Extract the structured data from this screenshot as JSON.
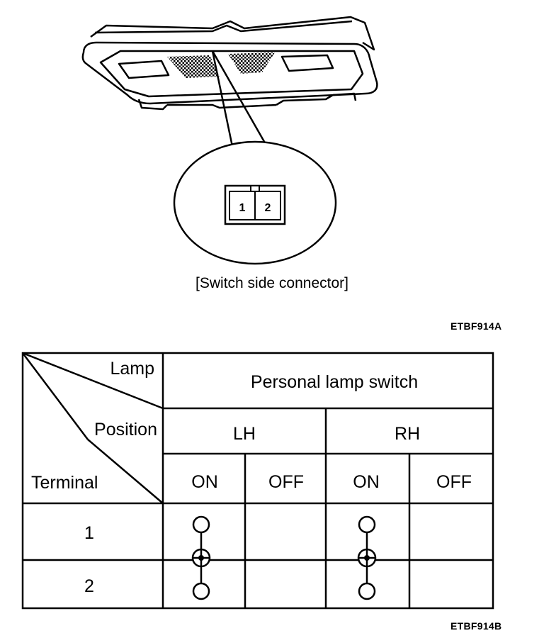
{
  "figure": {
    "connector_pins": [
      "1",
      "2"
    ],
    "caption": "[Switch side connector]",
    "code": "ETBF914A"
  },
  "table": {
    "corner": {
      "top_label": "Lamp",
      "middle_label": "Position",
      "bottom_label": "Terminal"
    },
    "header_title": "Personal lamp switch",
    "positions": [
      "LH",
      "RH"
    ],
    "states": [
      "ON",
      "OFF",
      "ON",
      "OFF"
    ],
    "terminals": [
      "1",
      "2"
    ],
    "continuity": [
      {
        "column": "LH ON",
        "terminals": [
          "1",
          "2"
        ]
      },
      {
        "column": "RH ON",
        "terminals": [
          "1",
          "2"
        ]
      }
    ],
    "code": "ETBF914B"
  }
}
